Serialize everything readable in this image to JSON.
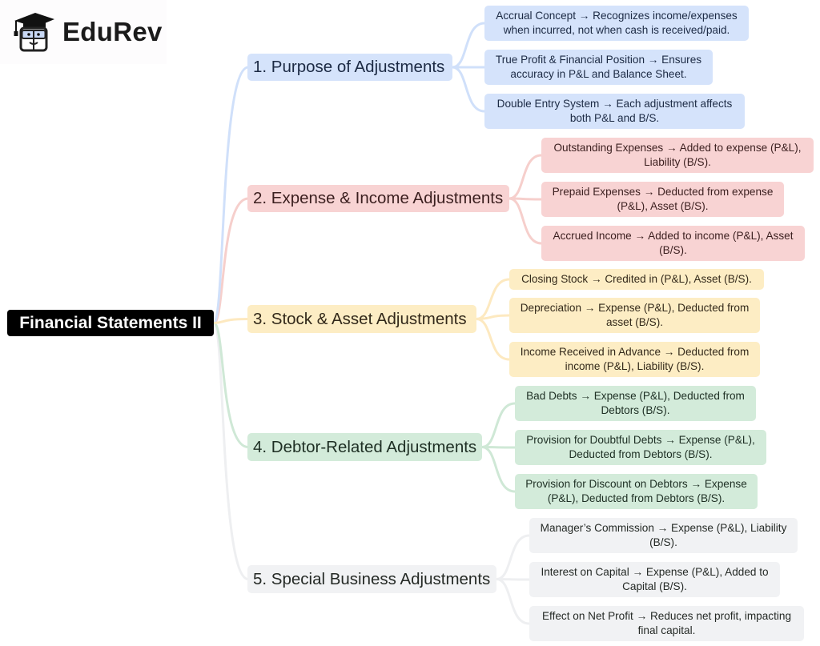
{
  "logo": {
    "brand": "EduRev",
    "icon": "edurev-mascot-icon"
  },
  "mindmap": {
    "root": {
      "label": "Financial Statements II"
    },
    "branches": [
      {
        "label": "1. Purpose of Adjustments",
        "color": {
          "fill": "#d5e3fb",
          "edge": "#d0e0fa",
          "text": "#1c2a44"
        },
        "leaves": [
          "Accrual Concept → Recognizes income/expenses when incurred, not when cash is received/paid.",
          "True Profit & Financial Position → Ensures accuracy in P&L and Balance Sheet.",
          "Double Entry System → Each adjustment affects both P&L and B/S."
        ]
      },
      {
        "label": "2. Expense & Income Adjustments",
        "color": {
          "fill": "#f8d3d3",
          "edge": "#f6cfcc",
          "text": "#3b1f1f"
        },
        "leaves": [
          "Outstanding Expenses → Added to expense (P&L), Liability (B/S).",
          "Prepaid Expenses → Deducted from expense (P&L), Asset (B/S).",
          "Accrued Income → Added to income (P&L), Asset (B/S)."
        ]
      },
      {
        "label": "3. Stock & Asset Adjustments",
        "color": {
          "fill": "#fdedc4",
          "edge": "#fde9c0",
          "text": "#33291a"
        },
        "leaves": [
          "Closing Stock → Credited in (P&L), Asset (B/S).",
          "Depreciation → Expense (P&L), Deducted from asset (B/S).",
          "Income Received in Advance → Deducted from income (P&L), Liability (B/S)."
        ]
      },
      {
        "label": "4. Debtor-Related Adjustments",
        "color": {
          "fill": "#d3ebda",
          "edge": "#cfe8d6",
          "text": "#1e2f24"
        },
        "leaves": [
          "Bad Debts → Expense (P&L), Deducted from Debtors (B/S).",
          "Provision for Doubtful Debts → Expense (P&L), Deducted from Debtors (B/S).",
          "Provision for Discount on Debtors → Expense (P&L), Deducted from Debtors (B/S)."
        ]
      },
      {
        "label": "5. Special Business Adjustments",
        "color": {
          "fill": "#f1f2f4",
          "edge": "#eeeff1",
          "text": "#252a26"
        },
        "leaves": [
          "Manager’s Commission → Expense (P&L), Liability (B/S).",
          "Interest on Capital → Expense (P&L), Added to Capital (B/S).",
          "Effect on Net Profit → Reduces net profit, impacting final capital."
        ]
      }
    ]
  }
}
